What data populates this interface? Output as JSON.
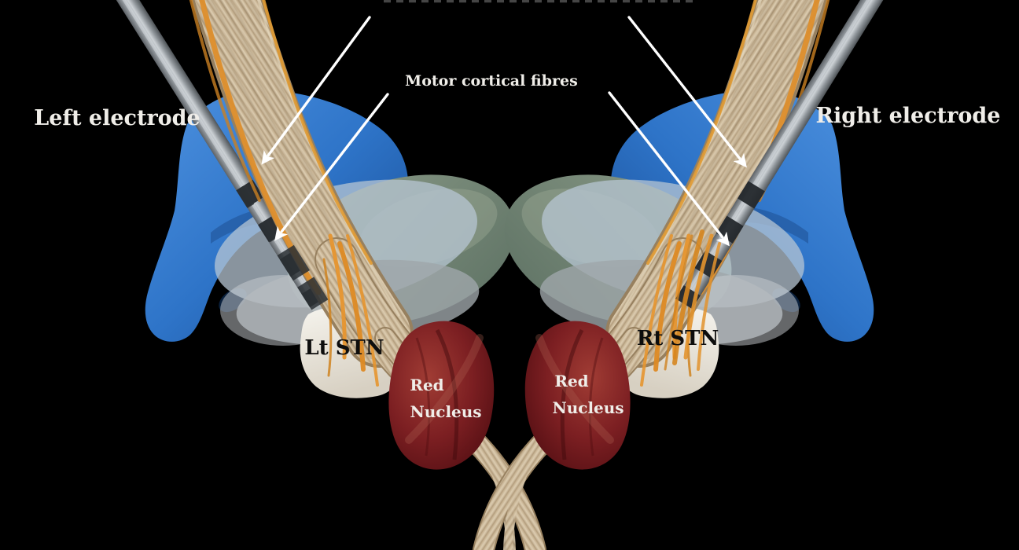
{
  "scene": {
    "background_color": "#000000"
  },
  "labels": {
    "left_electrode": "Left electrode",
    "right_electrode": "Right electrode",
    "motor_cortical_fibres": "Motor cortical fibres",
    "left_stn": "Lt STN",
    "right_stn": "Rt STN",
    "red_nucleus_line1": "Red",
    "red_nucleus_line2": "Nucleus"
  },
  "icons": {
    "annotation_arrow": "white-straight-arrow",
    "cropped_top_label": "partially-cropped-text-bottom-edge"
  },
  "colors": {
    "structure_blue": "#2e74c8",
    "structure_blue_dark": "#17498f",
    "structure_gray_blue": "#b7c5d3",
    "structure_gray": "#9fa6aa",
    "structure_green": "#75867b",
    "stn_white": "#efece4",
    "red_nucleus": "#7c1f22",
    "fiber_tan_light": "#d9c9ad",
    "fiber_tan_dark": "#ad9878",
    "fiber_orange": "#e1912d",
    "electrode_gray": "#9aa0a5",
    "electrode_contact": "#24282c",
    "arrow_white": "#ffffff"
  }
}
